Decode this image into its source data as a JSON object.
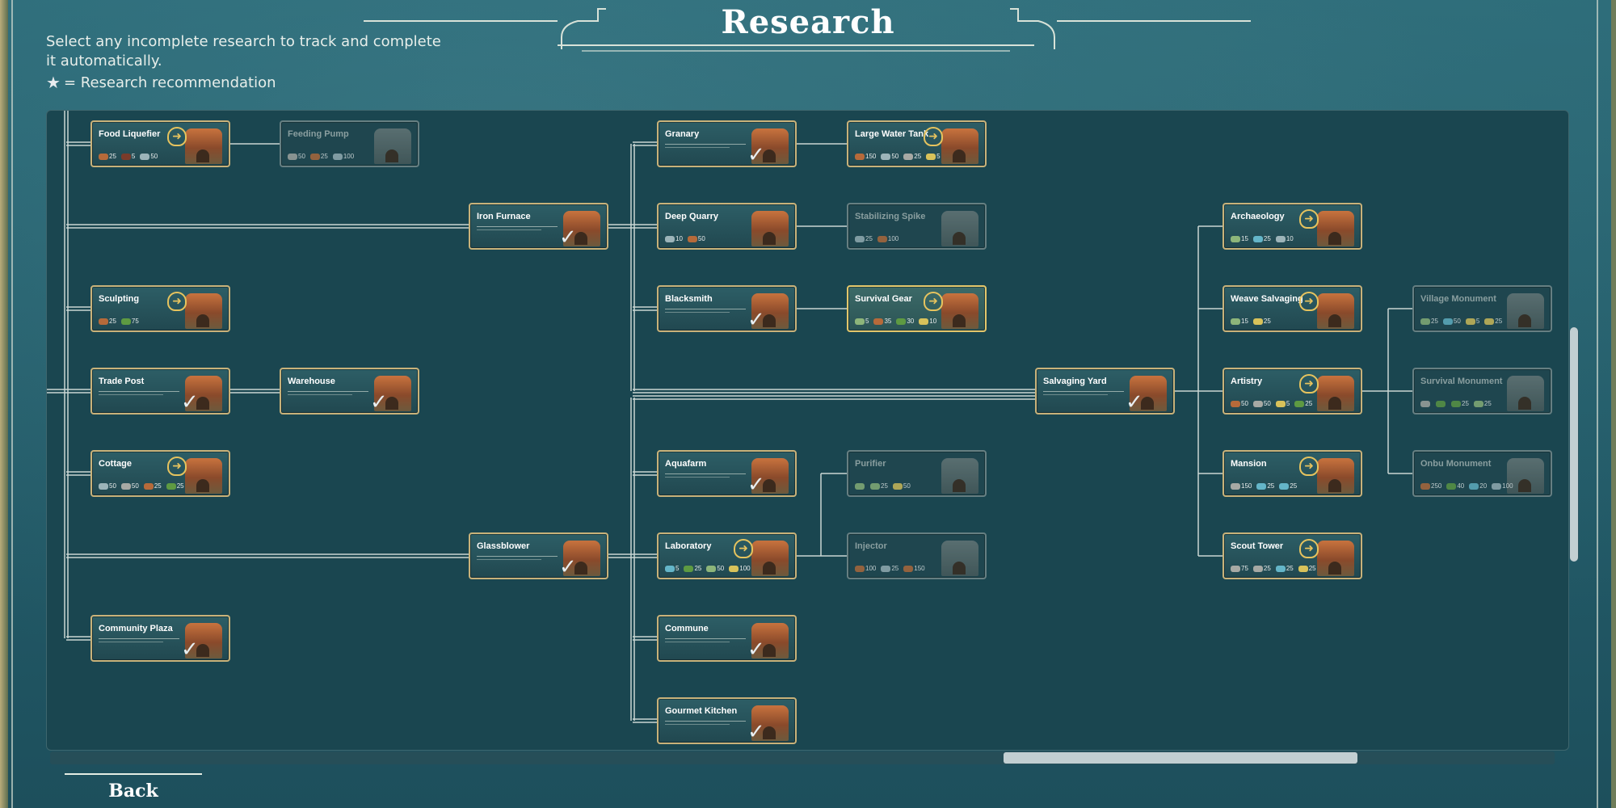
{
  "header": {
    "title": "Research",
    "instructions": "Select any incomplete research to track and complete it automatically.",
    "legend_text": "= Research recommendation"
  },
  "footer": {
    "back_label": "Back"
  },
  "colors": {
    "frame_gold": "#c8b27a",
    "recommendation_gold": "#e6c35e",
    "panel_bg": "#1a4650",
    "locked_border": "#7c8f90"
  },
  "nodes": [
    {
      "id": "food_liquefier",
      "name": "Food Liquefier",
      "state": "available",
      "recommended": true,
      "costs": [
        {
          "icon": "wood",
          "amount": "25"
        },
        {
          "icon": "food",
          "amount": "5"
        },
        {
          "icon": "metal",
          "amount": "50"
        }
      ]
    },
    {
      "id": "feeding_pump",
      "name": "Feeding Pump",
      "state": "locked",
      "recommended": false,
      "costs": [
        {
          "icon": "stone",
          "amount": "50"
        },
        {
          "icon": "wood",
          "amount": "25"
        },
        {
          "icon": "metal",
          "amount": "100"
        }
      ]
    },
    {
      "id": "iron_furnace",
      "name": "Iron Furnace",
      "state": "completed",
      "recommended": false,
      "costs": []
    },
    {
      "id": "granary",
      "name": "Granary",
      "state": "completed",
      "recommended": false,
      "costs": []
    },
    {
      "id": "large_water_tank",
      "name": "Large Water Tank",
      "state": "available",
      "recommended": true,
      "costs": [
        {
          "icon": "wood",
          "amount": "150"
        },
        {
          "icon": "metal",
          "amount": "50"
        },
        {
          "icon": "stone",
          "amount": "25"
        },
        {
          "icon": "gold",
          "amount": "5"
        }
      ]
    },
    {
      "id": "deep_quarry",
      "name": "Deep Quarry",
      "state": "available",
      "recommended": false,
      "costs": [
        {
          "icon": "metal",
          "amount": "10"
        },
        {
          "icon": "wood",
          "amount": "50"
        }
      ]
    },
    {
      "id": "stabilizing_spike",
      "name": "Stabilizing Spike",
      "state": "locked",
      "recommended": false,
      "costs": [
        {
          "icon": "metal",
          "amount": "25"
        },
        {
          "icon": "wood",
          "amount": "100"
        }
      ]
    },
    {
      "id": "sculpting",
      "name": "Sculpting",
      "state": "available",
      "recommended": true,
      "costs": [
        {
          "icon": "wood",
          "amount": "25"
        },
        {
          "icon": "plant",
          "amount": "75"
        }
      ]
    },
    {
      "id": "blacksmith",
      "name": "Blacksmith",
      "state": "completed",
      "recommended": false,
      "costs": []
    },
    {
      "id": "survival_gear",
      "name": "Survival Gear",
      "state": "tracked",
      "recommended": true,
      "costs": [
        {
          "icon": "fiber",
          "amount": "5"
        },
        {
          "icon": "wood",
          "amount": "35"
        },
        {
          "icon": "plant",
          "amount": "30"
        },
        {
          "icon": "gold",
          "amount": "10"
        }
      ]
    },
    {
      "id": "archaeology",
      "name": "Archaeology",
      "state": "available",
      "recommended": true,
      "costs": [
        {
          "icon": "fiber",
          "amount": "15"
        },
        {
          "icon": "glass",
          "amount": "25"
        },
        {
          "icon": "metal",
          "amount": "10"
        }
      ]
    },
    {
      "id": "weave_salvaging",
      "name": "Weave Salvaging",
      "state": "available",
      "recommended": true,
      "costs": [
        {
          "icon": "fiber",
          "amount": "15"
        },
        {
          "icon": "gold",
          "amount": "25"
        }
      ]
    },
    {
      "id": "village_monument",
      "name": "Village Monument",
      "state": "locked",
      "recommended": false,
      "costs": [
        {
          "icon": "fiber",
          "amount": "25"
        },
        {
          "icon": "glass",
          "amount": "50"
        },
        {
          "icon": "gold",
          "amount": "5"
        },
        {
          "icon": "gold",
          "amount": "25"
        }
      ]
    },
    {
      "id": "trade_post",
      "name": "Trade Post",
      "state": "completed",
      "recommended": false,
      "costs": []
    },
    {
      "id": "warehouse",
      "name": "Warehouse",
      "state": "completed",
      "recommended": false,
      "costs": []
    },
    {
      "id": "salvaging_yard",
      "name": "Salvaging Yard",
      "state": "completed",
      "recommended": false,
      "costs": []
    },
    {
      "id": "artistry",
      "name": "Artistry",
      "state": "available",
      "recommended": true,
      "costs": [
        {
          "icon": "wood",
          "amount": "50"
        },
        {
          "icon": "stone",
          "amount": "50"
        },
        {
          "icon": "gold",
          "amount": "5"
        },
        {
          "icon": "plant",
          "amount": "25"
        }
      ]
    },
    {
      "id": "survival_monument",
      "name": "Survival Monument",
      "state": "locked",
      "recommended": false,
      "costs": [
        {
          "icon": "stone",
          "amount": ""
        },
        {
          "icon": "plant",
          "amount": ""
        },
        {
          "icon": "plant",
          "amount": "25"
        },
        {
          "icon": "fiber",
          "amount": "25"
        }
      ]
    },
    {
      "id": "cottage",
      "name": "Cottage",
      "state": "available",
      "recommended": true,
      "costs": [
        {
          "icon": "metal",
          "amount": "50"
        },
        {
          "icon": "stone",
          "amount": "50"
        },
        {
          "icon": "wood",
          "amount": "25"
        },
        {
          "icon": "plant",
          "amount": "25"
        }
      ]
    },
    {
      "id": "aquafarm",
      "name": "Aquafarm",
      "state": "completed",
      "recommended": false,
      "costs": []
    },
    {
      "id": "purifier",
      "name": "Purifier",
      "state": "locked",
      "recommended": false,
      "costs": [
        {
          "icon": "fiber",
          "amount": ""
        },
        {
          "icon": "fiber",
          "amount": "25"
        },
        {
          "icon": "gold",
          "amount": "50"
        }
      ]
    },
    {
      "id": "mansion",
      "name": "Mansion",
      "state": "available",
      "recommended": true,
      "costs": [
        {
          "icon": "stone",
          "amount": "150"
        },
        {
          "icon": "glass",
          "amount": "25"
        },
        {
          "icon": "glass",
          "amount": "25"
        }
      ]
    },
    {
      "id": "onbu_monument",
      "name": "Onbu Monument",
      "state": "locked",
      "recommended": false,
      "costs": [
        {
          "icon": "wood",
          "amount": "250"
        },
        {
          "icon": "plant",
          "amount": "40"
        },
        {
          "icon": "glass",
          "amount": "20"
        },
        {
          "icon": "metal",
          "amount": "100"
        }
      ]
    },
    {
      "id": "glassblower",
      "name": "Glassblower",
      "state": "completed",
      "recommended": false,
      "costs": []
    },
    {
      "id": "laboratory",
      "name": "Laboratory",
      "state": "available",
      "recommended": true,
      "costs": [
        {
          "icon": "glass",
          "amount": "5"
        },
        {
          "icon": "plant",
          "amount": "25"
        },
        {
          "icon": "fiber",
          "amount": "50"
        },
        {
          "icon": "gold",
          "amount": "100"
        }
      ]
    },
    {
      "id": "injector",
      "name": "Injector",
      "state": "locked",
      "recommended": false,
      "costs": [
        {
          "icon": "wood",
          "amount": "100"
        },
        {
          "icon": "metal",
          "amount": "25"
        },
        {
          "icon": "wood",
          "amount": "150"
        }
      ]
    },
    {
      "id": "scout_tower",
      "name": "Scout Tower",
      "state": "available",
      "recommended": true,
      "costs": [
        {
          "icon": "stone",
          "amount": "75"
        },
        {
          "icon": "stone",
          "amount": "25"
        },
        {
          "icon": "glass",
          "amount": "25"
        },
        {
          "icon": "gold",
          "amount": "25"
        }
      ]
    },
    {
      "id": "community_plaza",
      "name": "Community Plaza",
      "state": "completed",
      "recommended": false,
      "costs": []
    },
    {
      "id": "commune",
      "name": "Commune",
      "state": "completed",
      "recommended": false,
      "costs": []
    },
    {
      "id": "gourmet_kitchen",
      "name": "Gourmet Kitchen",
      "state": "completed",
      "recommended": false,
      "costs": []
    }
  ]
}
